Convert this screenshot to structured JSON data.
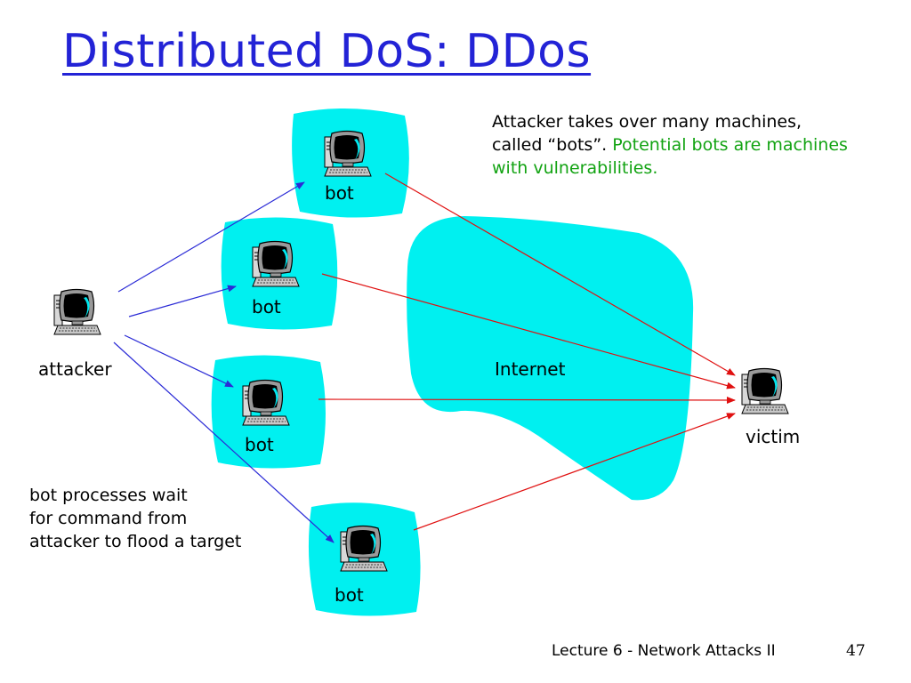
{
  "slide": {
    "title": "Distributed DoS: DDos",
    "footer": "Lecture 6 - Network Attacks II",
    "page_number": "47"
  },
  "nodes": {
    "attacker": "attacker",
    "victim": "victim",
    "bots": [
      "bot",
      "bot",
      "bot",
      "bot"
    ],
    "internet": "Internet",
    "icon": "computer-icon"
  },
  "notes": {
    "top_black": "Attacker takes over many machines, called “bots”.",
    "top_green": "Potential bots are machines with vulnerabilities.",
    "bottom": [
      "bot processes wait",
      "for command from",
      "attacker to flood a target"
    ]
  },
  "colors": {
    "title": "#2323d6",
    "cloud": "#00f0f0",
    "command_arrow": "#2b2bd6",
    "attack_arrow": "#e01010",
    "note_highlight": "#12a312"
  }
}
